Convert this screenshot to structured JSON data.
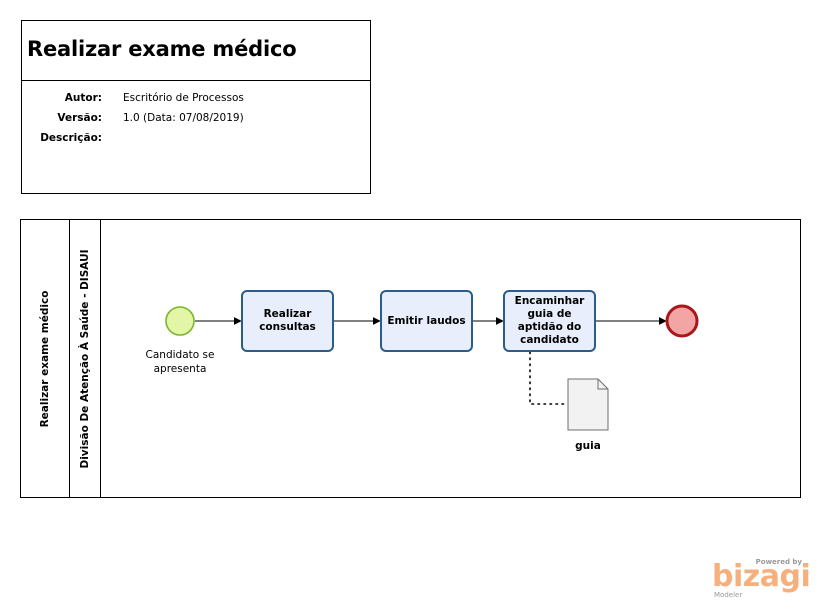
{
  "header": {
    "title": "Realizar exame médico",
    "fields": [
      {
        "label": "Autor:",
        "value": "Escritório de Processos"
      },
      {
        "label": "Versão:",
        "value": "1.0 (Data: 07/08/2019)"
      },
      {
        "label": "Descrição:",
        "value": ""
      }
    ]
  },
  "pool": {
    "name": "Realizar exame médico",
    "lane": "Divisão De Atenção À Saúde - DISAUI"
  },
  "elements": {
    "start_event": {
      "label": "Candidato se apresenta"
    },
    "task1": {
      "label": "Realizar consultas"
    },
    "task2": {
      "label": "Emitir laudos"
    },
    "task3": {
      "label": "Encaminhar guia de aptidão do candidato"
    },
    "document": {
      "label": "guia"
    }
  },
  "colors": {
    "task_fill": "#e8eefb",
    "task_stroke": "#2b5c8a",
    "start_fill": "#e3f5a6",
    "start_stroke": "#7ab52b",
    "end_fill": "#f3a5a5",
    "end_stroke": "#a9171b"
  },
  "branding": {
    "powered": "Powered by",
    "name": "bizagi",
    "product": "Modeler"
  }
}
